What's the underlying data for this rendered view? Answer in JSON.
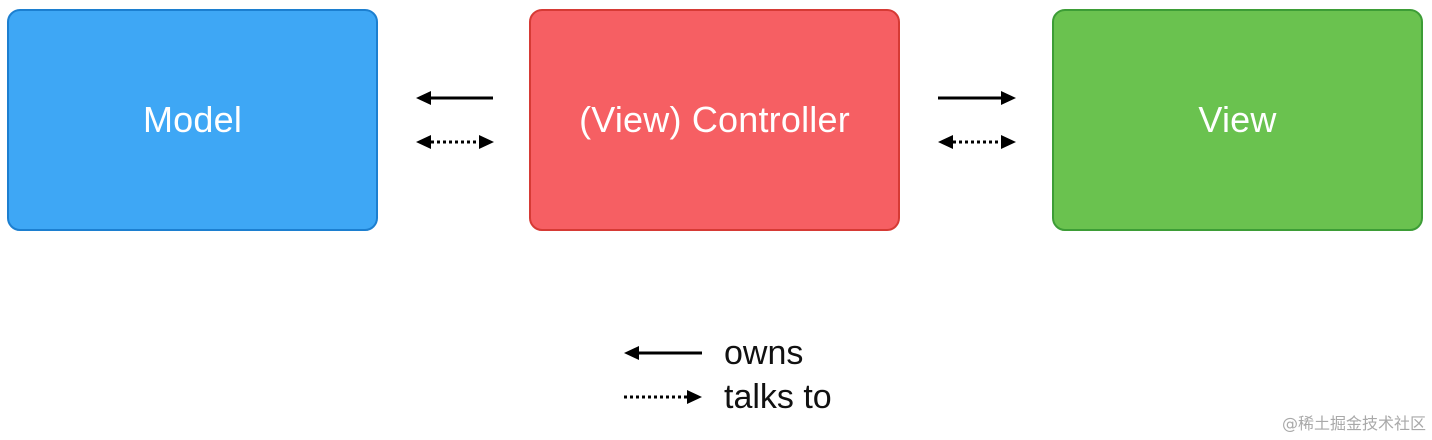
{
  "boxes": {
    "model": {
      "label": "Model",
      "fill": "#3ea7f5",
      "border": "#1c7fd0"
    },
    "controller": {
      "label": "(View) Controller",
      "fill": "#f65f63",
      "border": "#d63a35"
    },
    "view": {
      "label": "View",
      "fill": "#6ac24f",
      "border": "#3d9d36"
    }
  },
  "legend": {
    "owns": "owns",
    "talks_to": "talks to"
  },
  "watermark": "@稀土掘金技术社区"
}
